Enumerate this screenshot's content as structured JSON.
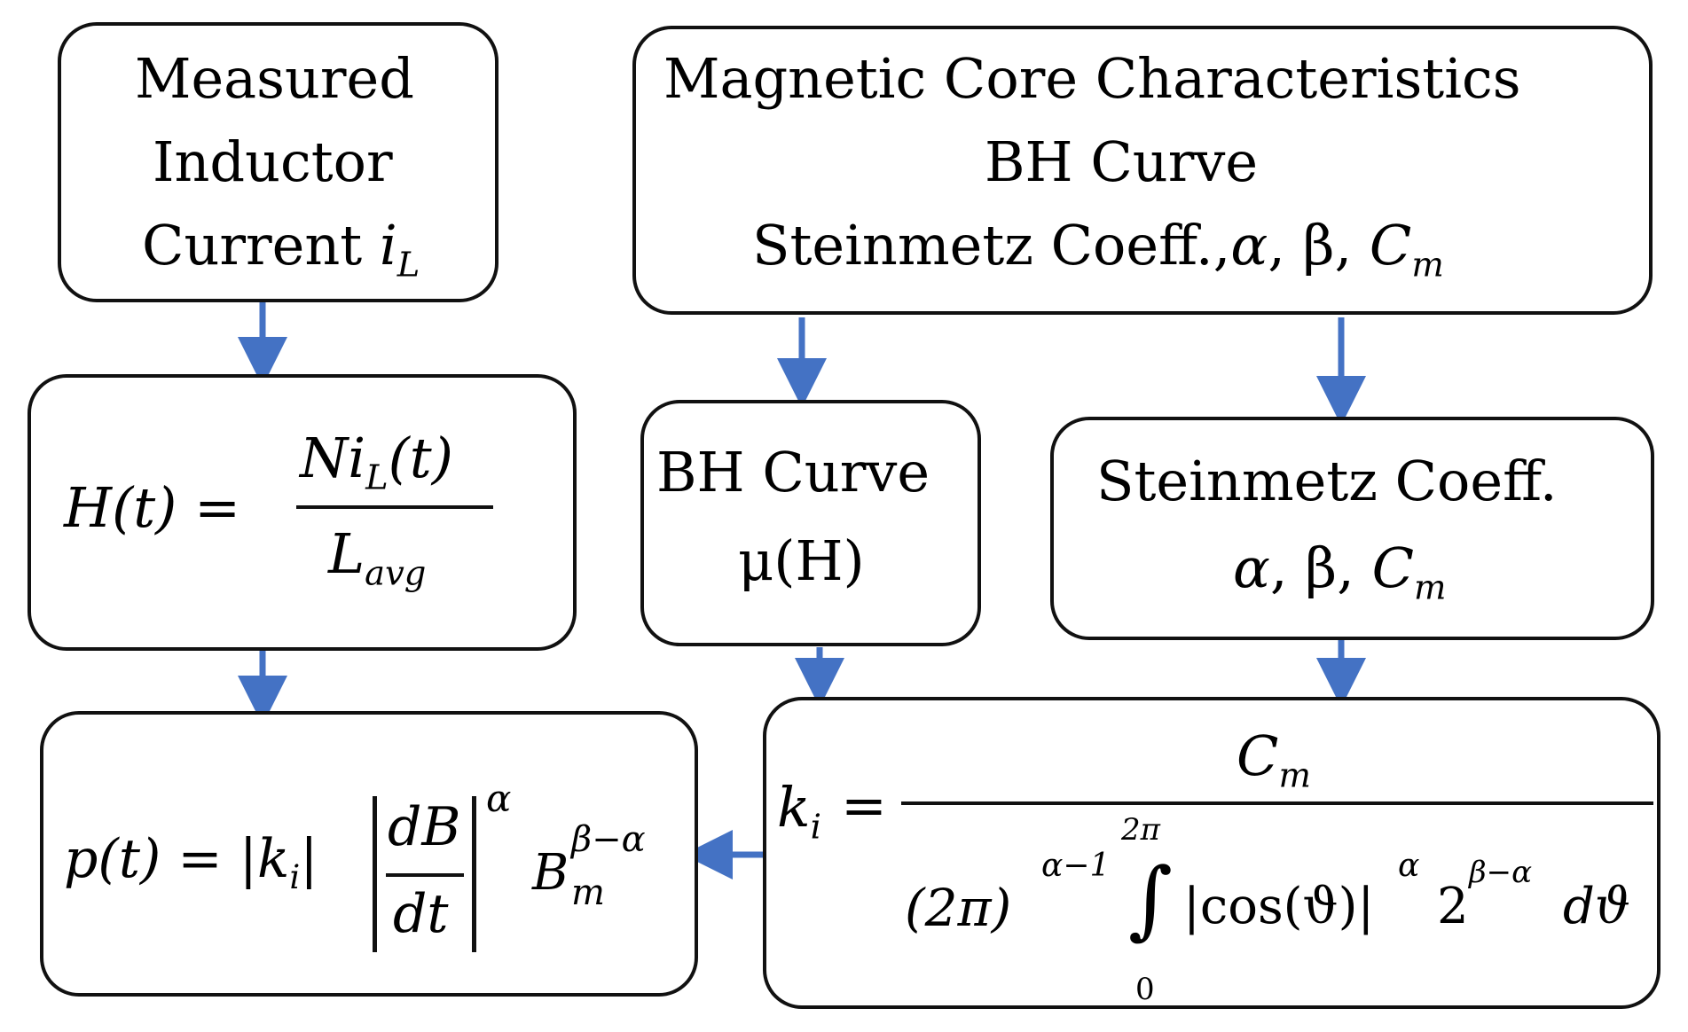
{
  "colors": {
    "arrow": "#4472C4",
    "border": "#111111"
  },
  "box_measured": {
    "line1": "Measured",
    "line2": "Inductor",
    "line3": "Current",
    "var": "i",
    "sub": "L"
  },
  "box_core": {
    "line1": "Magnetic Core Characteristics",
    "line2": "BH Curve",
    "line3": "Steinmetz Coeff.,",
    "alpha": "α",
    "beta": "β",
    "c": "C",
    "csub": "m"
  },
  "box_H": {
    "lhs": "H(t) =",
    "num_n": "Ni",
    "num_sub": "L",
    "num_t": "(t)",
    "den": "L",
    "den_sub": "avg"
  },
  "box_bh": {
    "line1": "BH Curve",
    "line2": "μ(H)"
  },
  "box_steinmetz": {
    "line1": "Steinmetz Coeff.",
    "alpha": "α",
    "beta": "β",
    "c": "C",
    "csub": "m"
  },
  "box_p": {
    "lhs": "p(t) = |k",
    "sub_i": "i",
    "mid": "|",
    "num": "dB",
    "den": "dt",
    "exp_alpha": "α",
    "B": "B",
    "B_sup": "β−α",
    "B_sub": "m"
  },
  "box_k": {
    "lhs": "k",
    "lhs_sub": "i",
    "eq": "=",
    "num": "C",
    "num_sub": "m",
    "den_2pi": "(2π)",
    "den_exp": "α−1",
    "int_upper": "2π",
    "int_lower": "0",
    "integrand": "|cos(ϑ)|",
    "integrand_exp": "α",
    "two": "2",
    "two_exp": "β−α",
    "dtheta": "dϑ"
  }
}
